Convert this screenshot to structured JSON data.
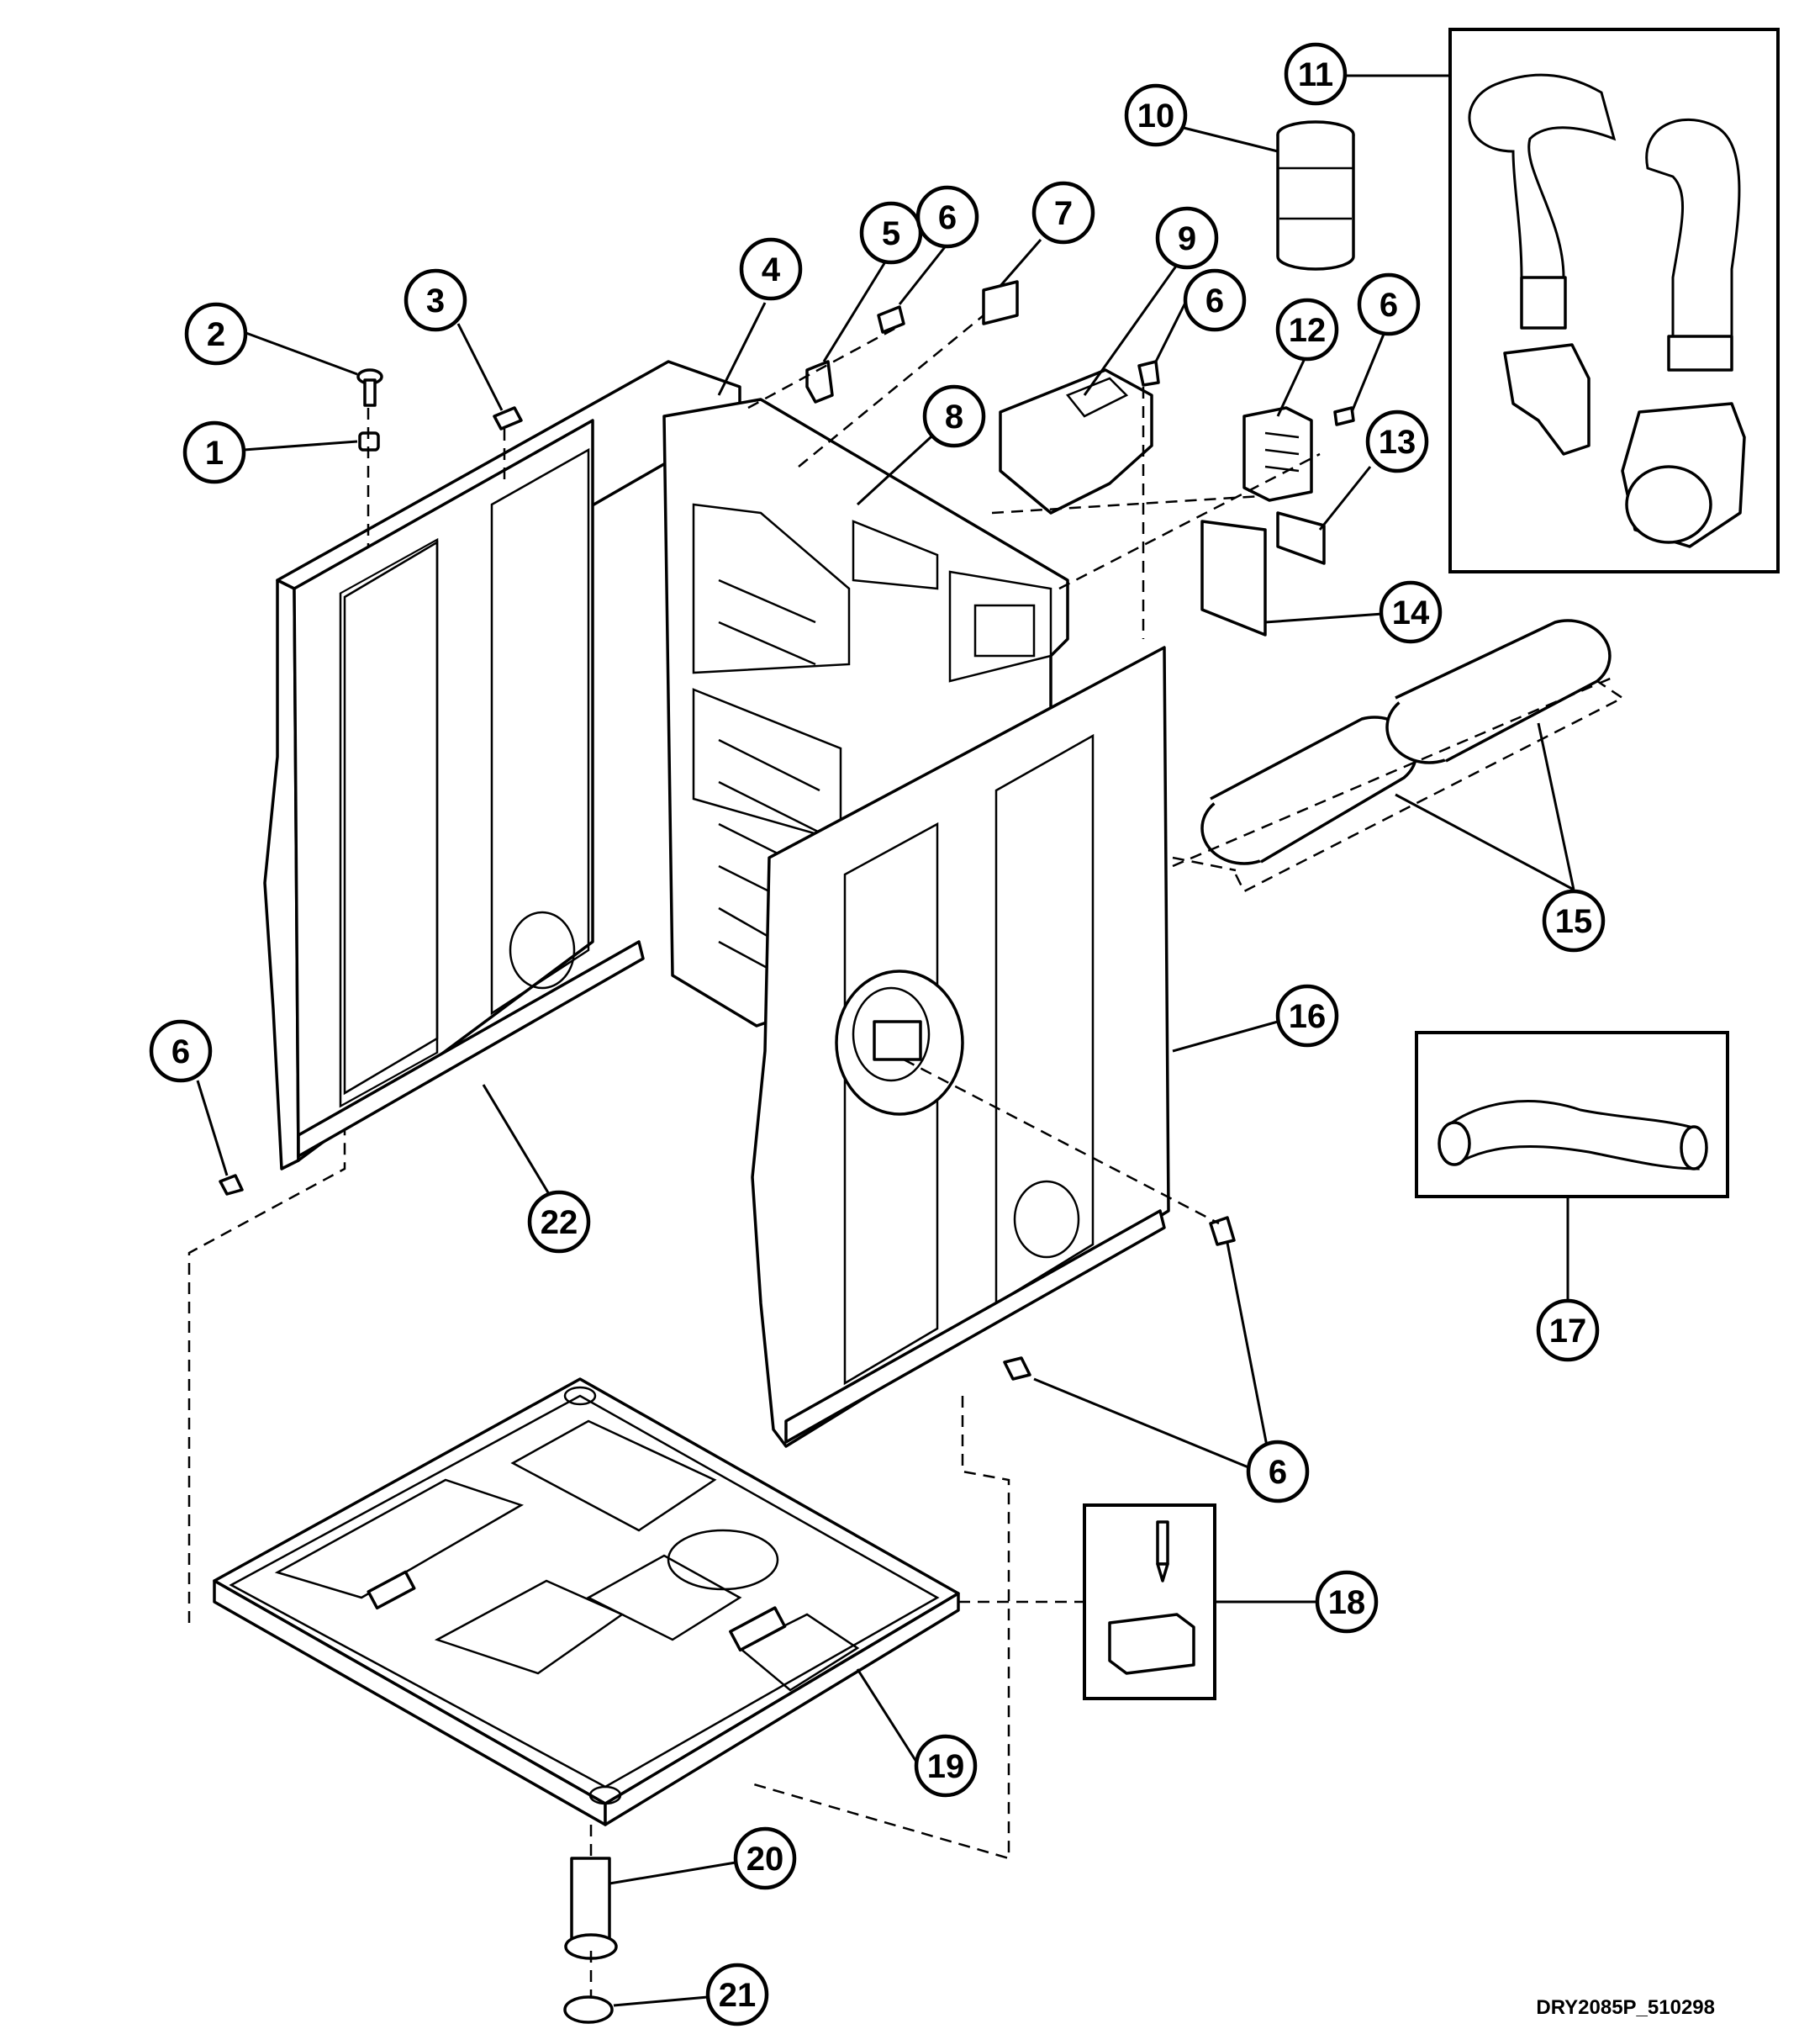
{
  "diagram": {
    "drawing_code": "DRY2085P_510298",
    "callouts": [
      {
        "id": "c1",
        "label": "1"
      },
      {
        "id": "c2",
        "label": "2"
      },
      {
        "id": "c3",
        "label": "3"
      },
      {
        "id": "c4",
        "label": "4"
      },
      {
        "id": "c5",
        "label": "5"
      },
      {
        "id": "c6a",
        "label": "6"
      },
      {
        "id": "c7",
        "label": "7"
      },
      {
        "id": "c8",
        "label": "8"
      },
      {
        "id": "c9",
        "label": "9"
      },
      {
        "id": "c6b",
        "label": "6"
      },
      {
        "id": "c10",
        "label": "10"
      },
      {
        "id": "c11",
        "label": "11"
      },
      {
        "id": "c12",
        "label": "12"
      },
      {
        "id": "c6c",
        "label": "6"
      },
      {
        "id": "c13",
        "label": "13"
      },
      {
        "id": "c14",
        "label": "14"
      },
      {
        "id": "c15",
        "label": "15"
      },
      {
        "id": "c16",
        "label": "16"
      },
      {
        "id": "c17",
        "label": "17"
      },
      {
        "id": "c6d",
        "label": "6"
      },
      {
        "id": "c22",
        "label": "22"
      },
      {
        "id": "c6e",
        "label": "6"
      },
      {
        "id": "c18",
        "label": "18"
      },
      {
        "id": "c19",
        "label": "19"
      },
      {
        "id": "c20",
        "label": "20"
      },
      {
        "id": "c21",
        "label": "21"
      }
    ]
  }
}
